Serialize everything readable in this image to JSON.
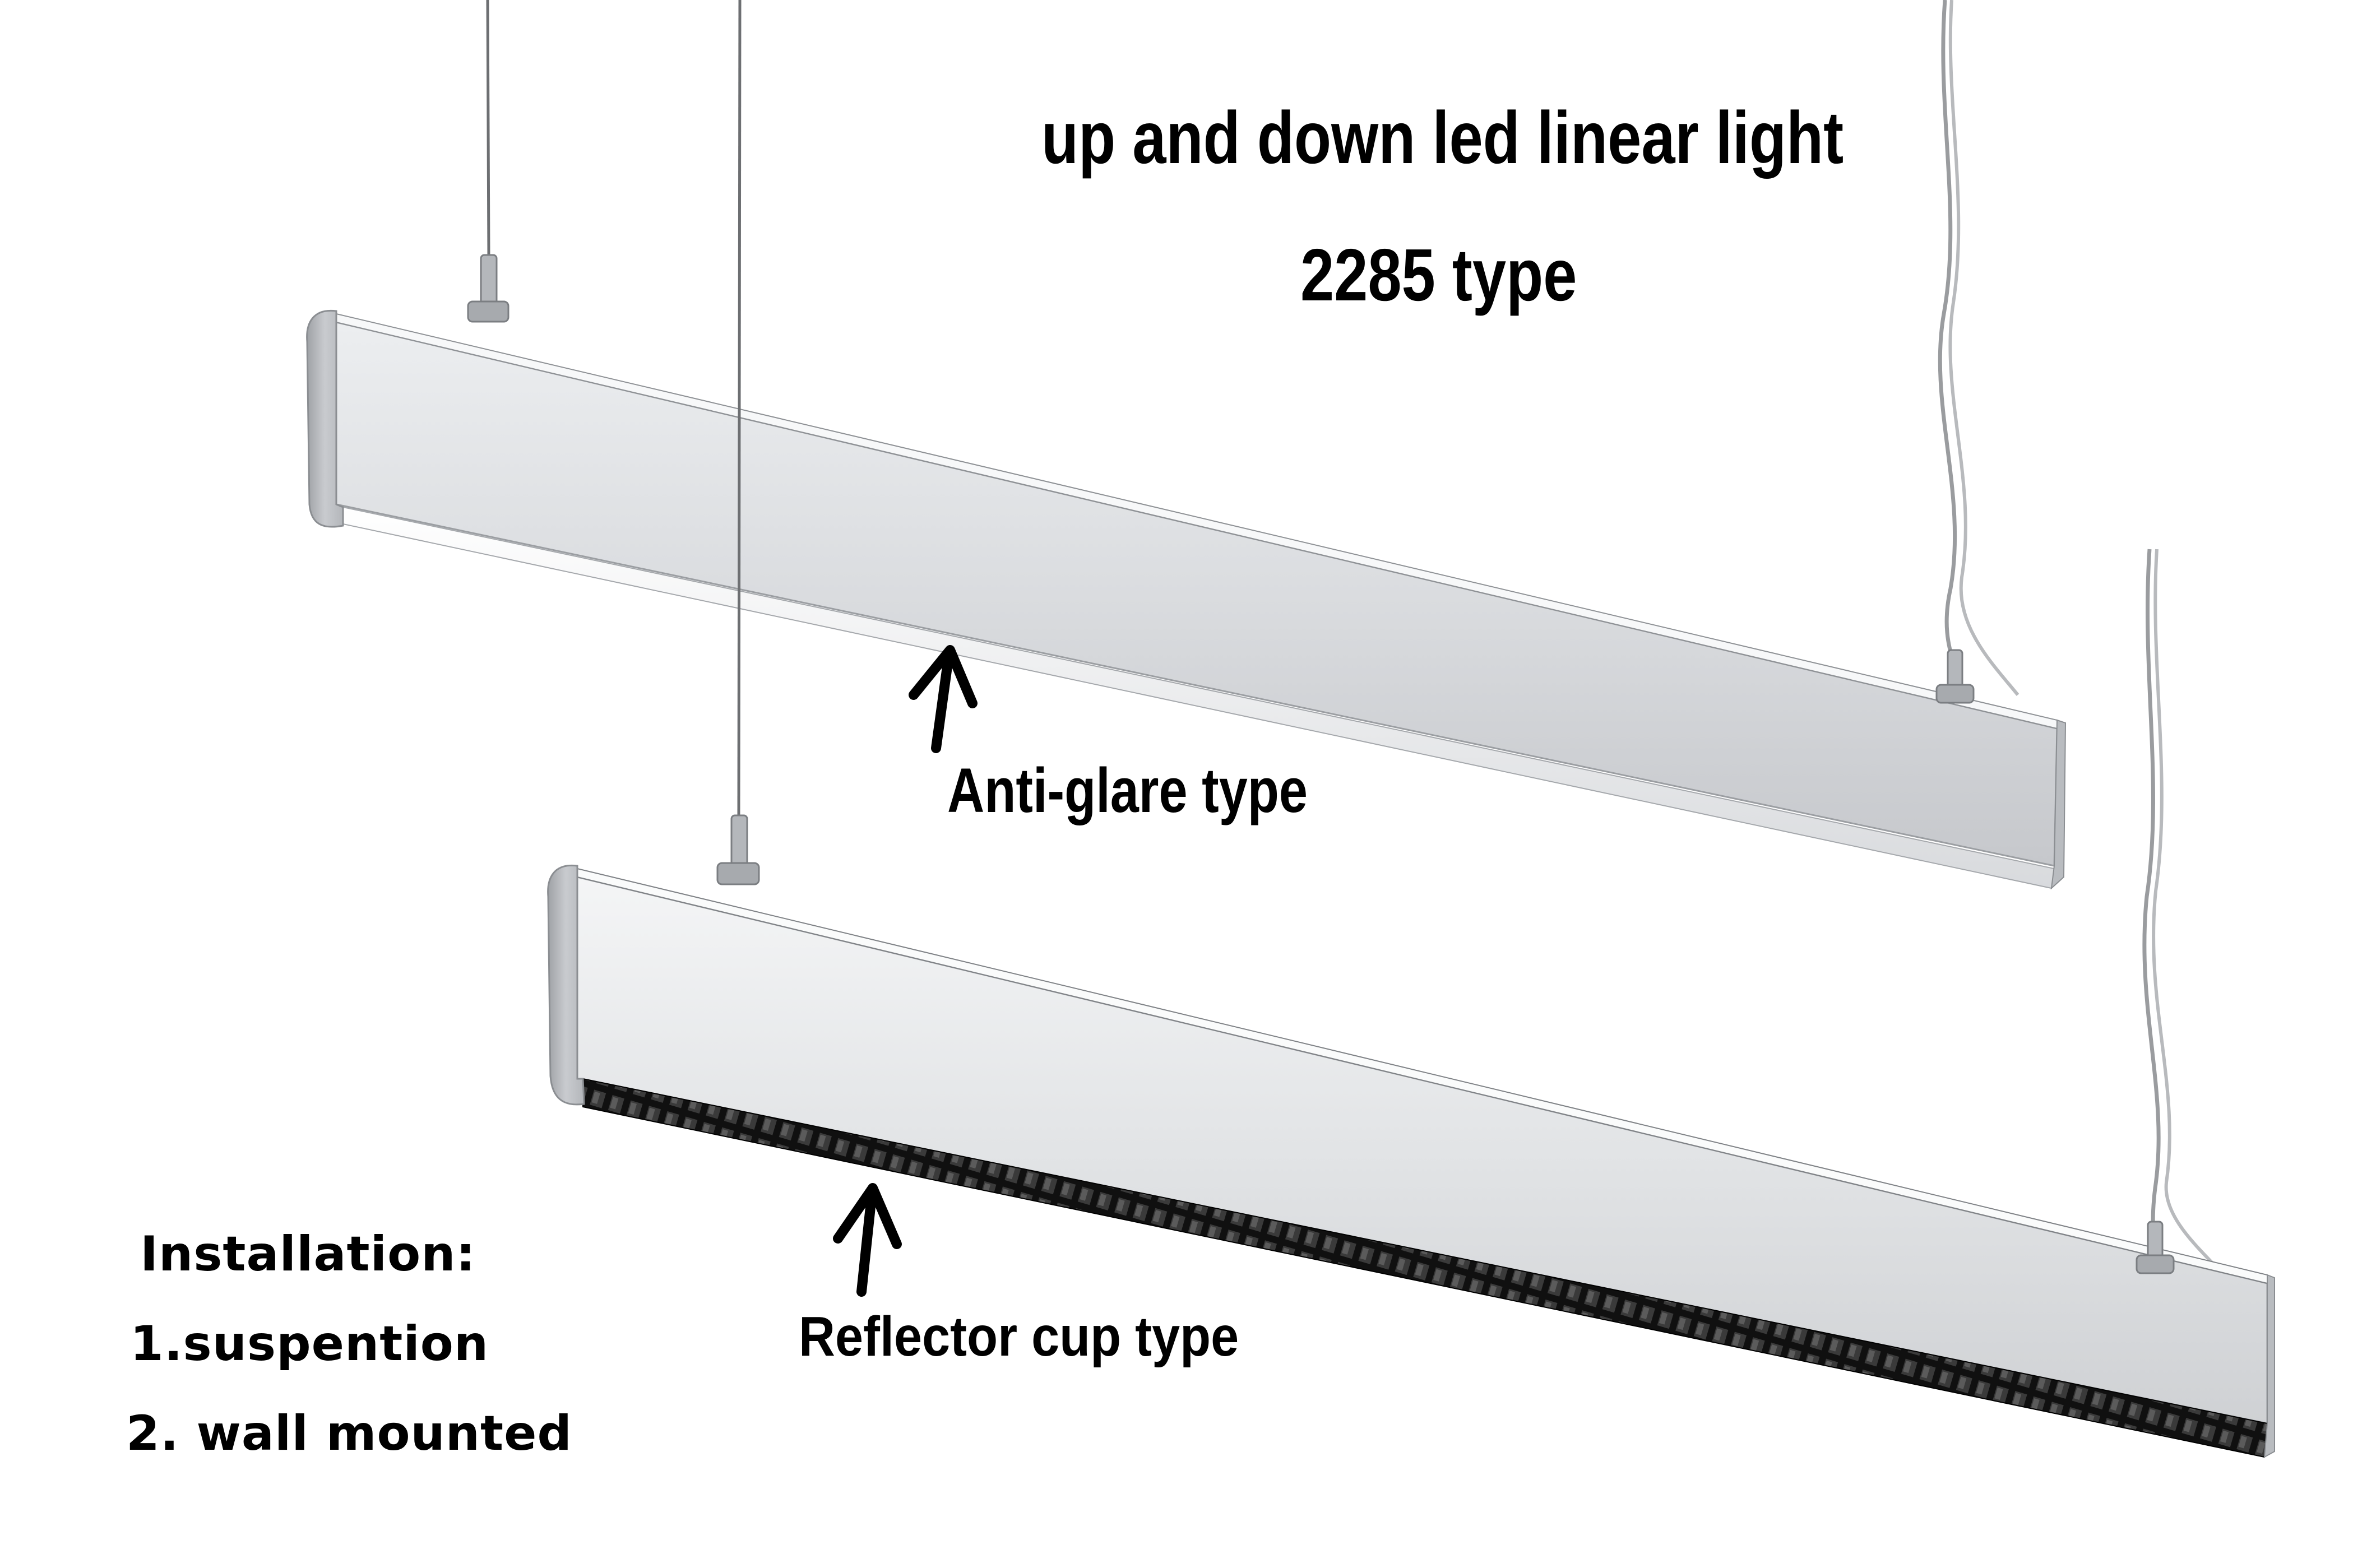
{
  "title": "up and down led linear light",
  "subtitle": "2285 type",
  "callouts": {
    "upper": "Anti-glare type",
    "lower": "Reflector cup type"
  },
  "installation": {
    "heading": "Installation:",
    "items": [
      "1.suspention",
      "2. wall mounted"
    ]
  },
  "colors": {
    "background": "#ffffff",
    "housing": "#d9dadc",
    "housing_shadow": "#a9abae",
    "louver": "#1a1a1a",
    "text": "#000000"
  }
}
